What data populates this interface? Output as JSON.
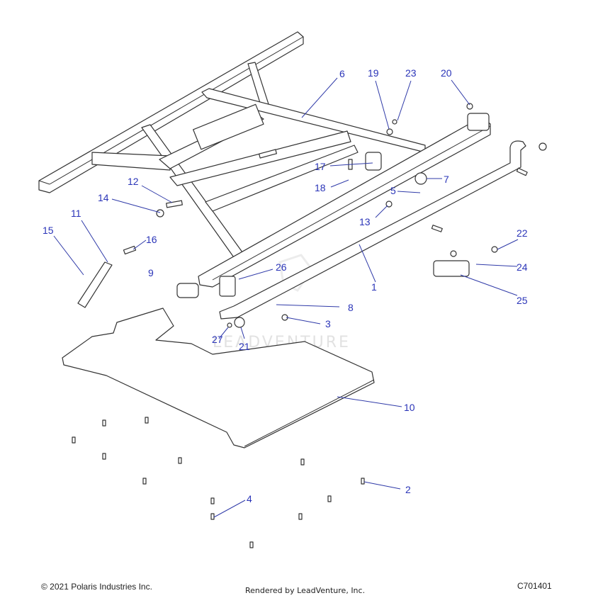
{
  "diagram": {
    "callouts": [
      {
        "id": "1",
        "label": "1"
      },
      {
        "id": "2",
        "label": "2"
      },
      {
        "id": "3",
        "label": "3"
      },
      {
        "id": "4",
        "label": "4"
      },
      {
        "id": "5",
        "label": "5"
      },
      {
        "id": "6",
        "label": "6"
      },
      {
        "id": "7",
        "label": "7"
      },
      {
        "id": "8",
        "label": "8"
      },
      {
        "id": "9",
        "label": "9"
      },
      {
        "id": "10",
        "label": "10"
      },
      {
        "id": "11",
        "label": "11"
      },
      {
        "id": "12",
        "label": "12"
      },
      {
        "id": "13",
        "label": "13"
      },
      {
        "id": "14",
        "label": "14"
      },
      {
        "id": "15",
        "label": "15"
      },
      {
        "id": "16",
        "label": "16"
      },
      {
        "id": "17",
        "label": "17"
      },
      {
        "id": "18",
        "label": "18"
      },
      {
        "id": "19",
        "label": "19"
      },
      {
        "id": "20",
        "label": "20"
      },
      {
        "id": "21",
        "label": "21"
      },
      {
        "id": "22",
        "label": "22"
      },
      {
        "id": "23",
        "label": "23"
      },
      {
        "id": "24",
        "label": "24"
      },
      {
        "id": "25",
        "label": "25"
      },
      {
        "id": "26",
        "label": "26"
      },
      {
        "id": "27",
        "label": "27"
      }
    ],
    "watermark": "LEADVENTURE"
  },
  "footer": {
    "copyright": "© 2021 Polaris Industries Inc.",
    "rendered_by": "Rendered by LeadVenture, Inc.",
    "catalog_id": "C701401"
  }
}
